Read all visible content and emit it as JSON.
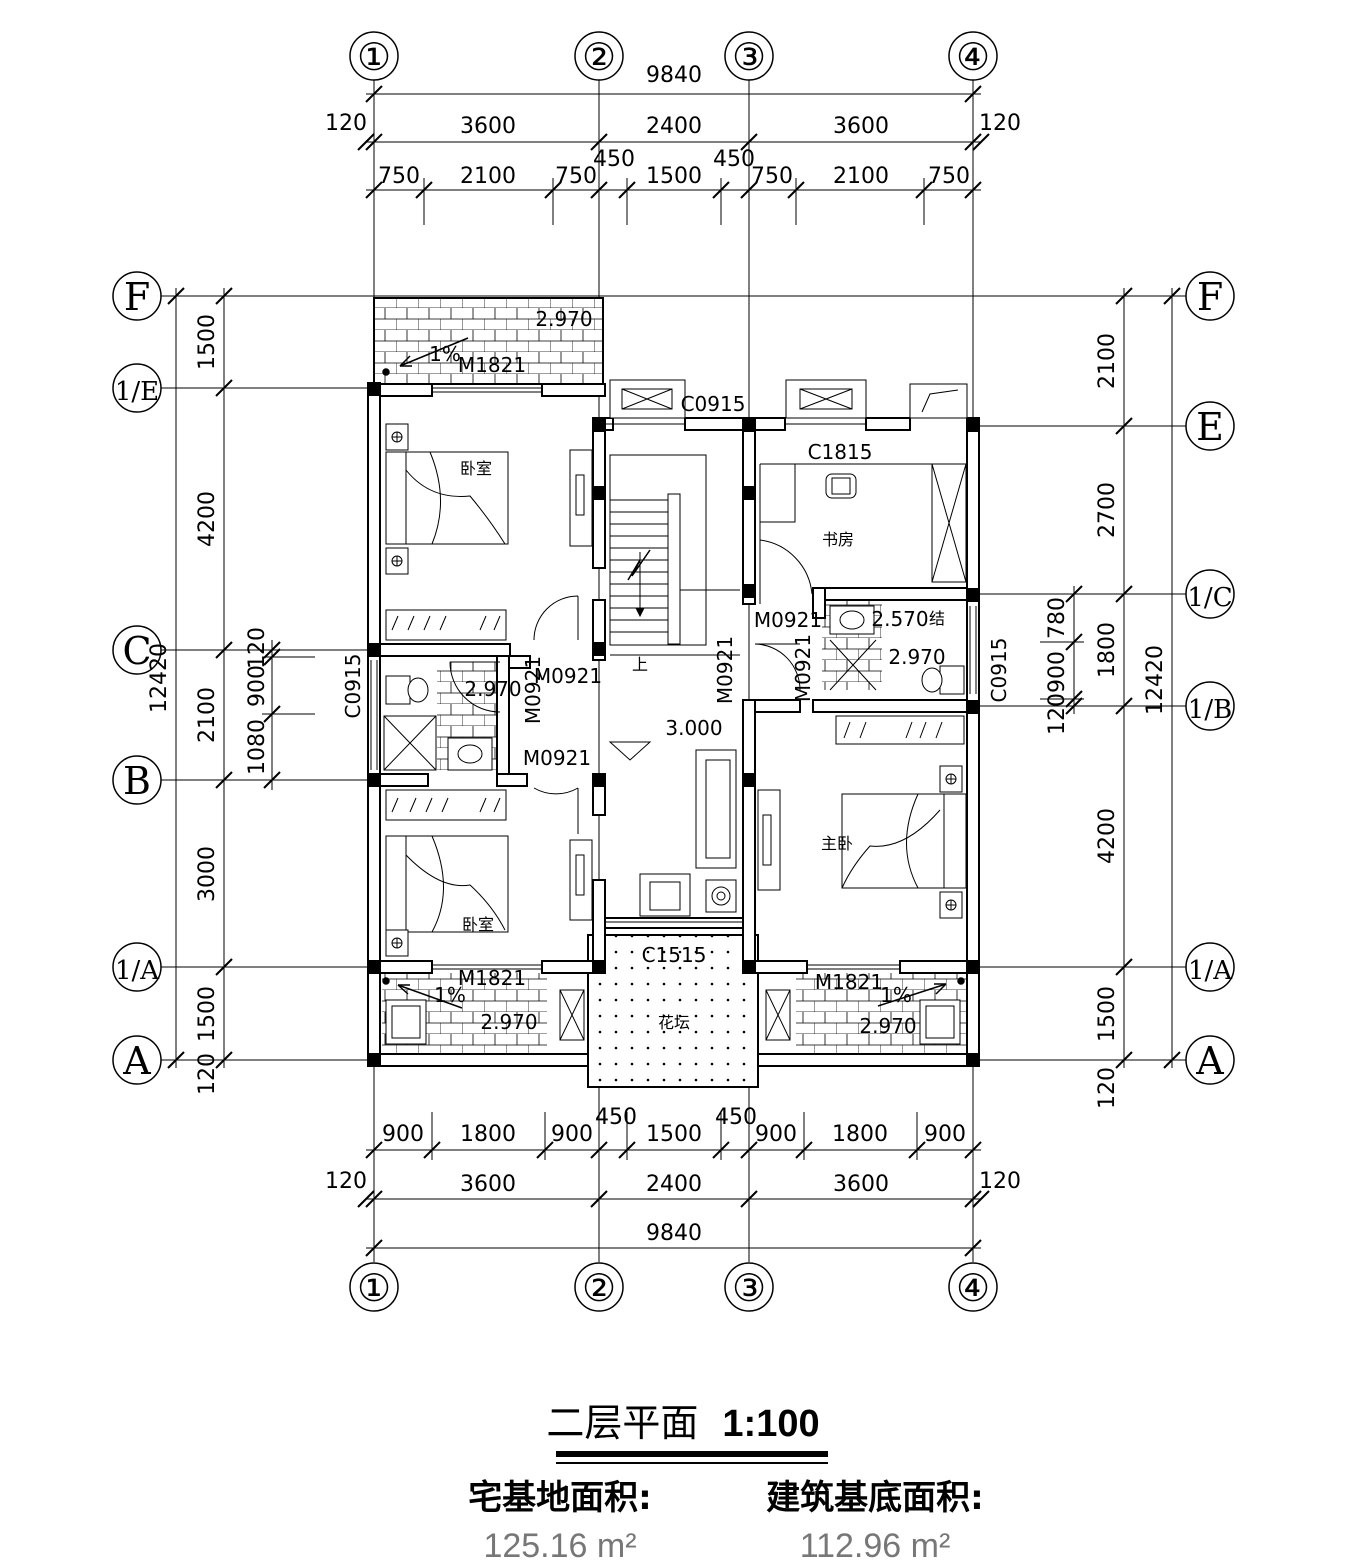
{
  "axes": {
    "vertical": [
      "①",
      "②",
      "③",
      "④"
    ],
    "horizontal_left": [
      "F",
      "1/E",
      "C",
      "B",
      "1/A",
      "A"
    ],
    "horizontal_right": [
      "F",
      "E",
      "1/C",
      "1/B",
      "1/A",
      "A"
    ]
  },
  "dims": {
    "top_total": "9840",
    "top_main": [
      "120",
      "3600",
      "2400",
      "3600",
      "120"
    ],
    "top_detail": [
      "750",
      "2100",
      "750",
      "450",
      "1500",
      "450",
      "750",
      "2100",
      "750"
    ],
    "bottom_detail": [
      "900",
      "1800",
      "900",
      "450",
      "1500",
      "450",
      "900",
      "1800",
      "900"
    ],
    "bottom_main": [
      "120",
      "3600",
      "2400",
      "3600",
      "120"
    ],
    "bottom_total": "9840",
    "left_outer": [
      "1500",
      "4200",
      "2100",
      "3000",
      "1500",
      "120"
    ],
    "left_inner": [
      "120",
      "900",
      "1080"
    ],
    "left_total": "12420",
    "right_outer": [
      "2100",
      "2700",
      "1800",
      "4200",
      "1500",
      "120"
    ],
    "right_inner": [
      "780",
      "900",
      "120"
    ],
    "right_total": "12420"
  },
  "labels": {
    "door_m1821": "M1821",
    "door_m0921": "M0921",
    "window_c0915": "C0915",
    "window_c1815": "C1815",
    "window_c1515": "C1515",
    "elev_2970": "2.970",
    "elev_2970_top": "2.970",
    "elev_2570": "2.570",
    "elev_3000": "3.000",
    "slope": "1%",
    "stair_up": "上",
    "structure_mark": "结"
  },
  "rooms": {
    "bedroom": "卧室",
    "study": "书房",
    "master_bedroom": "主卧",
    "flower_bed": "花坛"
  },
  "title": {
    "name": "二层平面",
    "scale": "1:100"
  },
  "areas": {
    "site_label": "宅基地面积:",
    "site_value": "125.16 m²",
    "building_label": "建筑基底面积:",
    "building_value": "112.96 m²"
  }
}
